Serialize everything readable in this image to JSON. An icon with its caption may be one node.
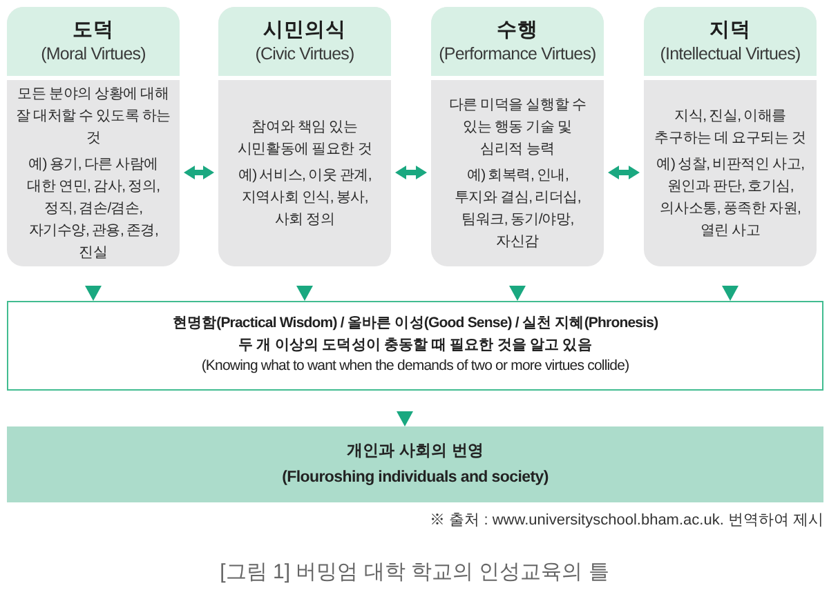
{
  "diagram": {
    "caption": "[그림 1] 버밍엄 대학 학교의 인성교육의 틀",
    "nodes": [
      {
        "text": [
          "도덕",
          "(Moral Virtues)",
          "모든 분야의 상황에 대해 잘 대처할 수 있도록 하는 것",
          "예) 용기, 다른 사람에 대한 연민, 감사, 정의, 정직, 겸손/겸손, 자기수양, 관용, 존경, 진실"
        ]
      },
      {
        "text": [
          "시민의식",
          "(Civic Virtues)",
          "참여와 책임 있는 시민활동에 필요한 것",
          "예) 서비스, 이웃 관계, 지역사회 인식, 봉사, 사회 정의"
        ]
      },
      {
        "text": [
          "수행",
          "(Performance Virtues)",
          "다른 미덕을 실행할 수 있는 행동 기술 및 심리적 능력",
          "예) 회복력, 인내, 투지와 결심, 리더십, 팀워크, 동기/야망, 자신감"
        ]
      },
      {
        "text": [
          "지덕",
          "(Intellectual Virtues)",
          "지식, 진실, 이해를 추구하는 데 요구되는 것",
          "예) 성찰, 비판적인 사고, 원인과 판단, 호기심, 의사소통, 풍족한 자원, 열린 사고"
        ]
      },
      {
        "text": [
          "현명함(Practical Wisdom) / 올바른 이성(Good Sense) / 실천 지혜(Phronesis)",
          "두 개 이상의 도덕성이 충동할 때 필요한 것을 알고 있음",
          "(Knowing what to want when the demands of two or more virtues collide)"
        ]
      },
      {
        "text": [
          "개인과 사회의 번영",
          "(Flouroshing individuals and society)"
        ]
      }
    ],
    "edges": [
      {
        "from": 0,
        "to": 1,
        "arrow": "both"
      },
      {
        "from": 1,
        "to": 2,
        "arrow": "both"
      },
      {
        "from": 2,
        "to": 3,
        "arrow": "both"
      },
      {
        "from": 0,
        "to": 4,
        "arrow": "to"
      },
      {
        "from": 1,
        "to": 4,
        "arrow": "to"
      },
      {
        "from": 2,
        "to": 4,
        "arrow": "to"
      },
      {
        "from": 3,
        "to": 4,
        "arrow": "to"
      },
      {
        "from": 4,
        "to": 5,
        "arrow": "to"
      }
    ],
    "labels": [
      "※ 출처 : www.universityschool.bham.ac.uk. 번역하여 제시"
    ]
  }
}
